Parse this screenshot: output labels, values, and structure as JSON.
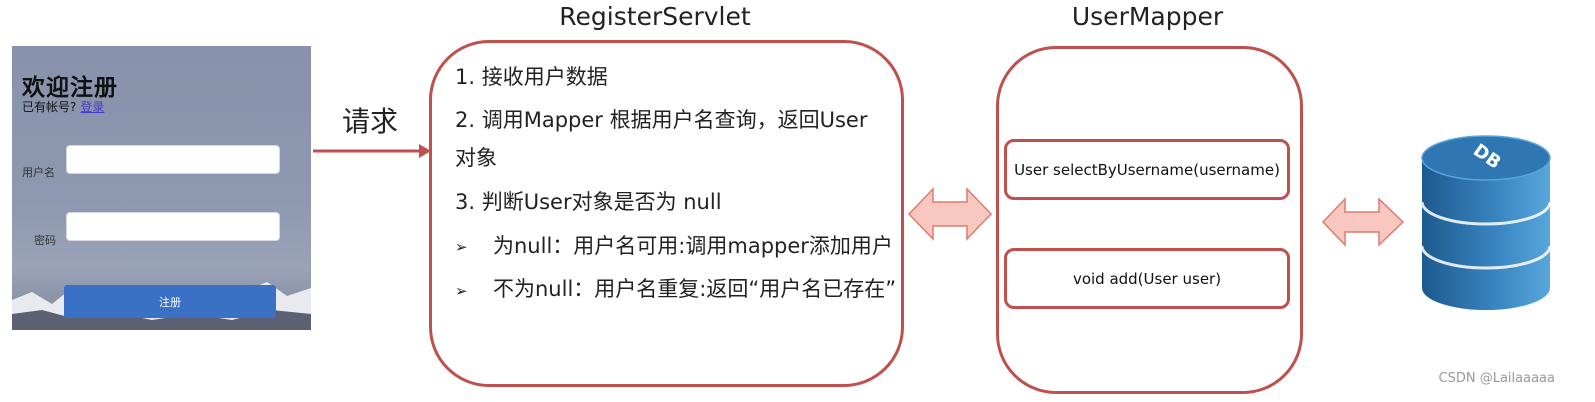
{
  "form": {
    "title": "欢迎注册",
    "has_account": "已有帐号?",
    "login_link": "登录",
    "username_label": "用户名",
    "password_label": "密码",
    "register_button": "注册"
  },
  "request_label": "请求",
  "servlet": {
    "title": "RegisterServlet",
    "step1": "1. 接收用户数据",
    "step2_line1": "2. 调用Mapper 根据用户名查询，返回User",
    "step2_line2": "对象",
    "step3": "3. 判断User对象是否为 null",
    "bullet1": "为null：用户名可用:调用mapper添加用户",
    "bullet2": "不为null：用户名重复:返回“用户名已存在”"
  },
  "mapper": {
    "title": "UserMapper",
    "method1": "User selectByUsername(username)",
    "method2": "void add(User user)"
  },
  "db_label": "DB",
  "watermark": "CSDN @Lailaaaaa",
  "colors": {
    "accent_red": "#c0504d",
    "arrow_fill": "#f8c8c0",
    "db_blue": "#2e6fa6"
  }
}
